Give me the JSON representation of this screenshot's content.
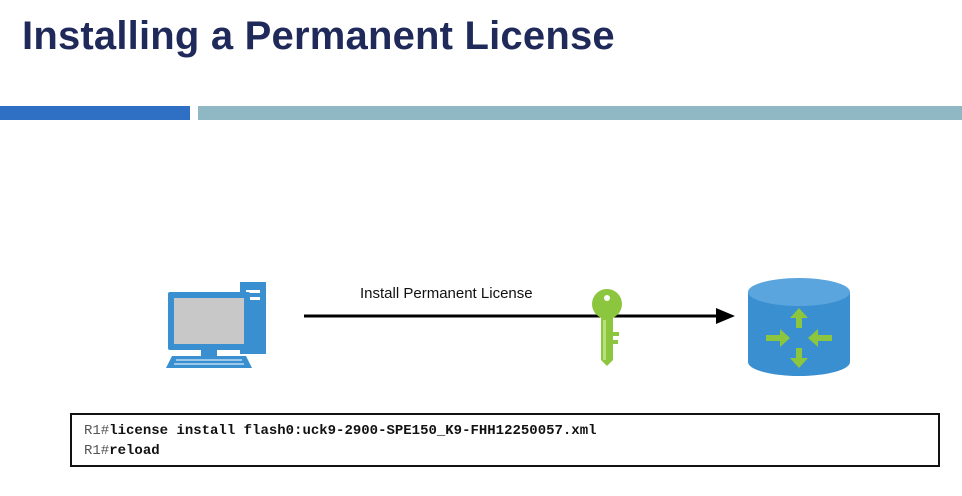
{
  "slide": {
    "title": "Installing a Permanent License"
  },
  "diagram": {
    "arrow_label": "Install Permanent License",
    "icons": [
      "computer-icon",
      "key-icon",
      "router-icon"
    ],
    "colors": {
      "computer": "#3a8fd0",
      "key": "#8cc63e",
      "router": "#3a8fd0",
      "router_arrows": "#8cc63e"
    }
  },
  "cli": {
    "lines": [
      {
        "prompt": "R1#",
        "command": "license install flash0:uck9-2900-SPE150_K9-FHH12250057.xml"
      },
      {
        "prompt": "R1#",
        "command": "reload"
      }
    ]
  }
}
